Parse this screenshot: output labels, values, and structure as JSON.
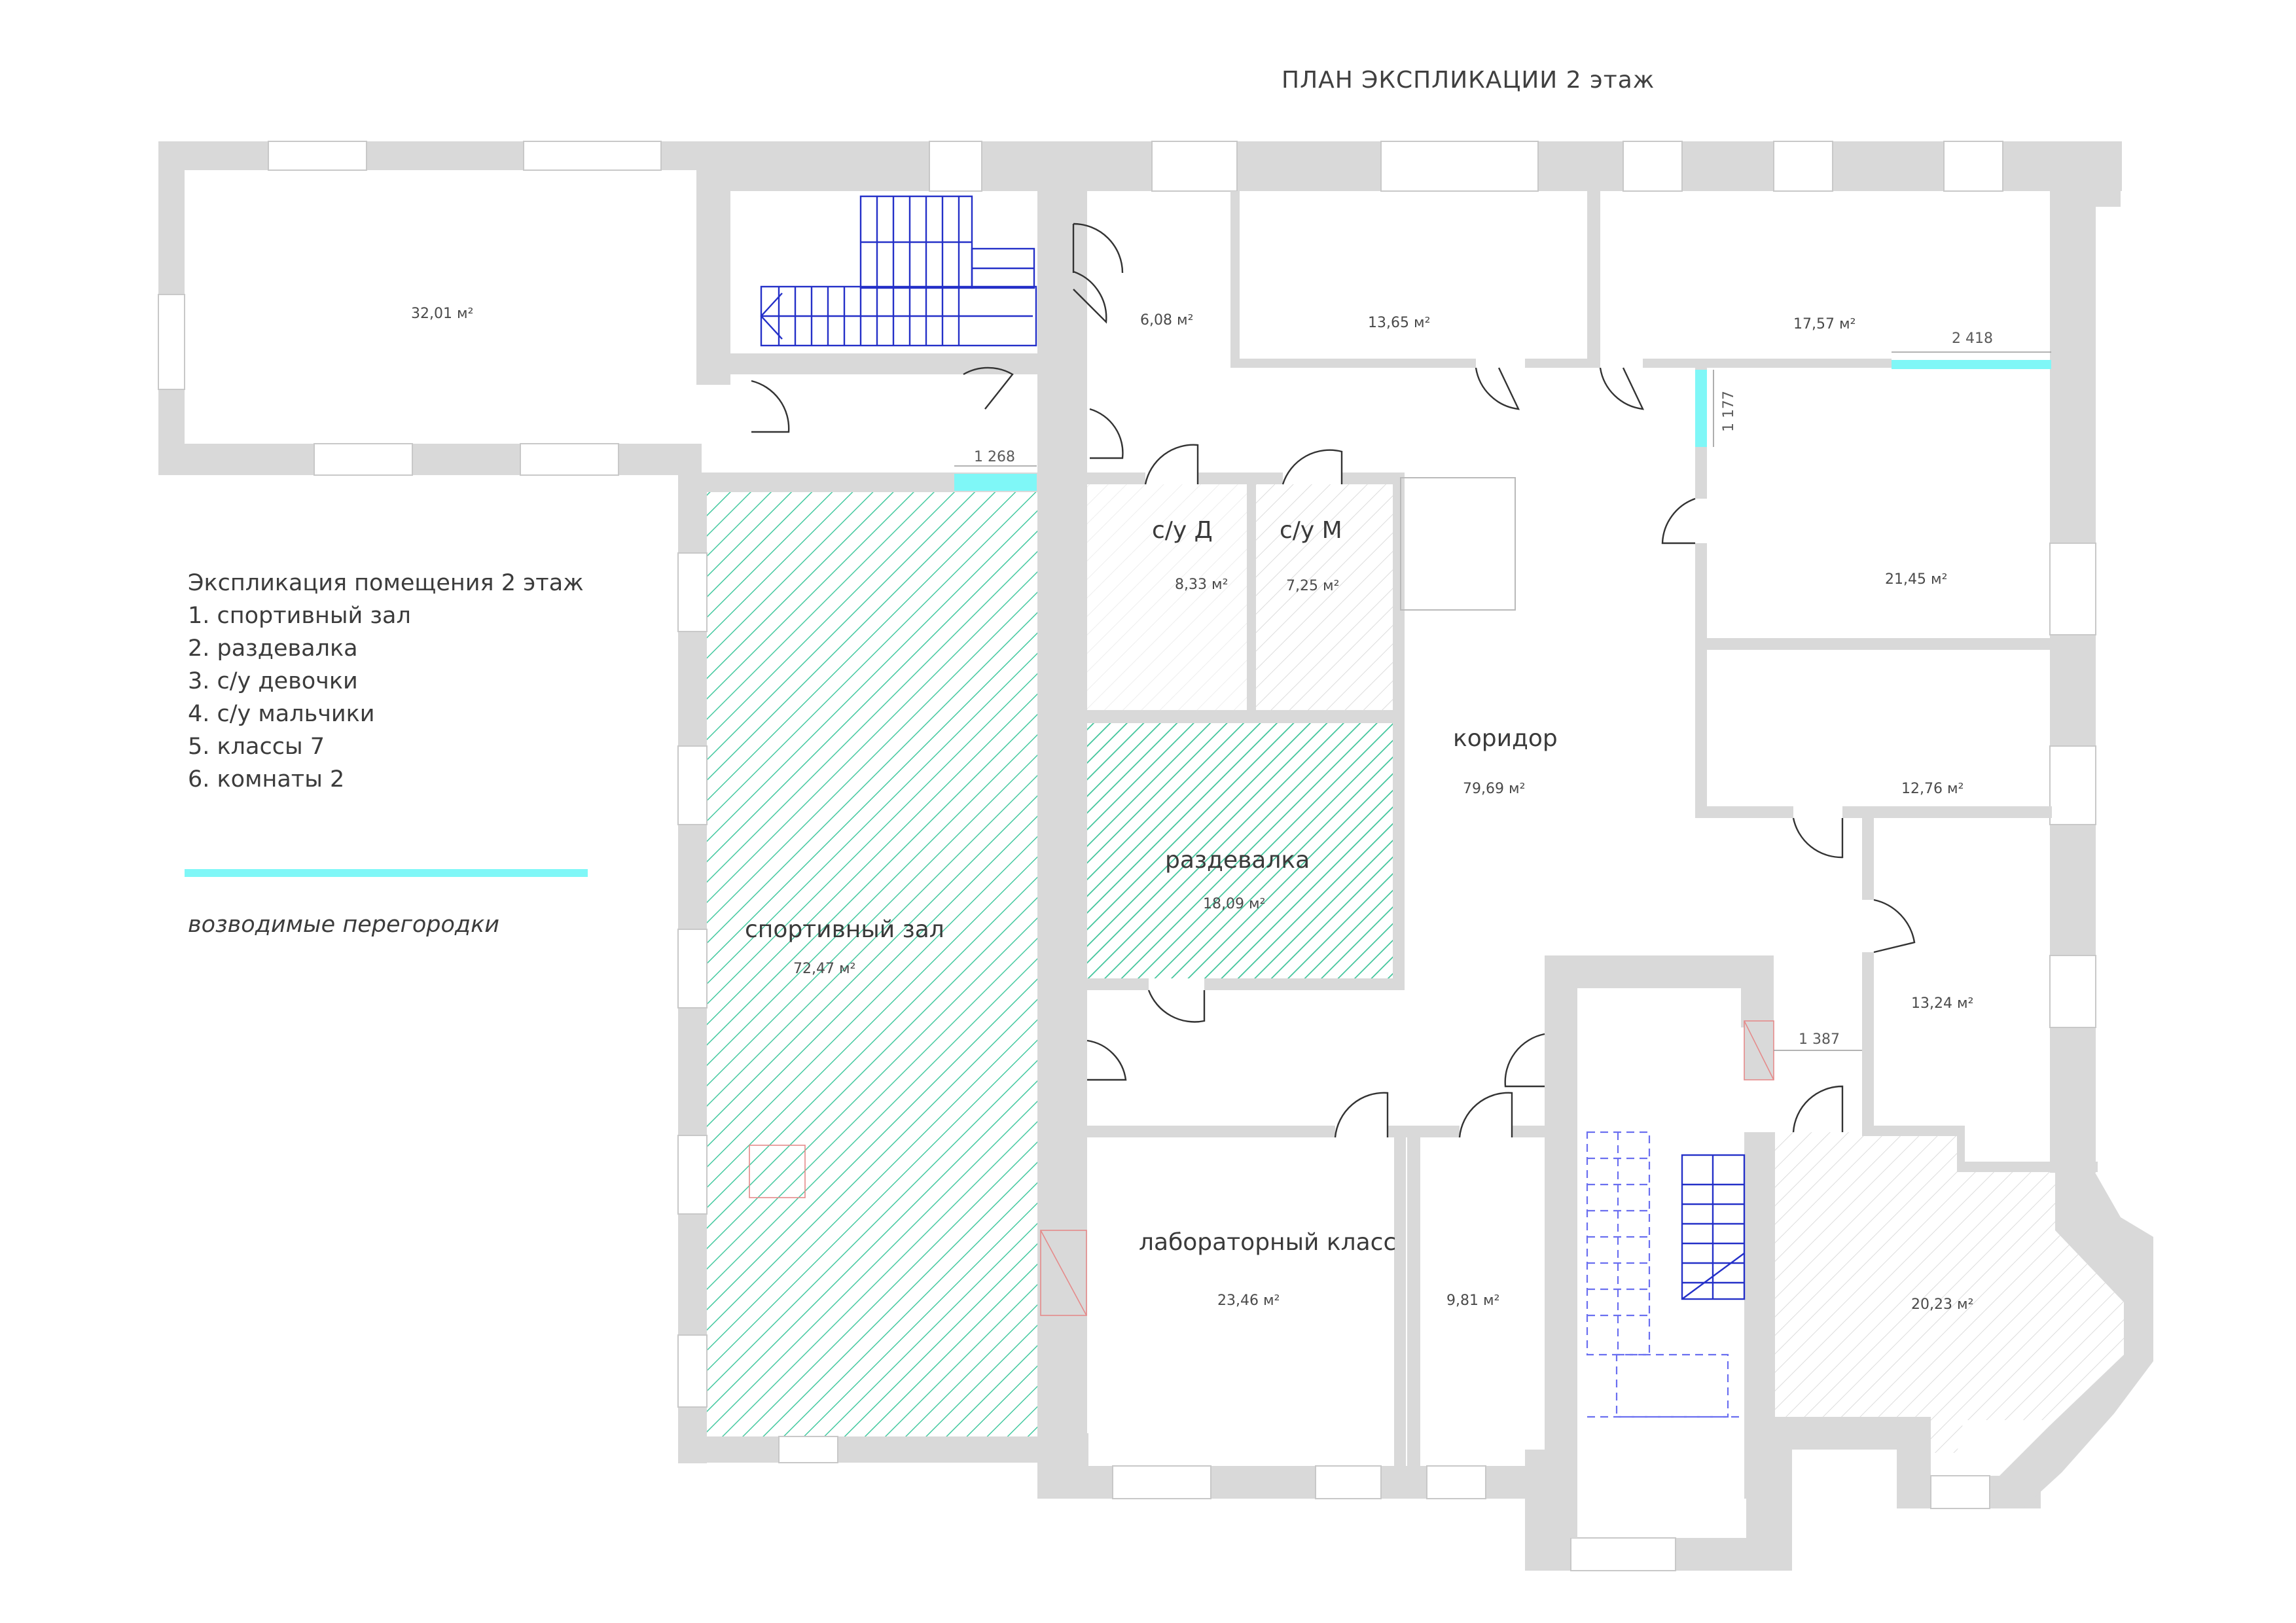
{
  "title": "ПЛАН ЭКСПЛИКАЦИИ 2 этаж",
  "legend": {
    "heading": "Экспликация помещения 2 этаж",
    "items": [
      "1. спортивный зал",
      "2. раздевалка",
      "3. с/у девочки",
      "4. с/у мальчики",
      "5. классы 7",
      "6. комнаты 2"
    ],
    "partition_label": "возводимые перегородки",
    "partition_color": "#7ff7f7"
  },
  "rooms": {
    "room_nw": {
      "area": "32,01 м²"
    },
    "room_top_small": {
      "area": "6,08 м²"
    },
    "room_top_mid": {
      "area": "13,65 м²"
    },
    "room_top_right": {
      "area": "17,57 м²"
    },
    "wc_girls": {
      "name": "с/у Д",
      "area": "8,33 м²"
    },
    "wc_boys": {
      "name": "с/у М",
      "area": "7,25 м²"
    },
    "corridor": {
      "name": "коридор",
      "area": "79,69 м²"
    },
    "room_r1": {
      "area": "21,45 м²"
    },
    "room_r2": {
      "area": "12,76 м²"
    },
    "room_r3": {
      "area": "13,24 м²"
    },
    "locker": {
      "name": "раздевалка",
      "area": "18,09 м²"
    },
    "gym": {
      "name": "спортивный зал",
      "area": "72,47 м²"
    },
    "lab": {
      "name": "лабораторный класс",
      "area": "23,46 м²"
    },
    "room_small_s": {
      "area": "9,81 м²"
    },
    "room_corner": {
      "area": "20,23 м²"
    }
  },
  "dimensions": {
    "d1": "1 268",
    "d2": "2 418",
    "d3": "1 177",
    "d4": "1 387"
  },
  "colors": {
    "wall": "#d9d9d9",
    "hatch_green": "#45c9a0",
    "new_partition": "#7ff7f7",
    "stairs": "#2430c8"
  }
}
